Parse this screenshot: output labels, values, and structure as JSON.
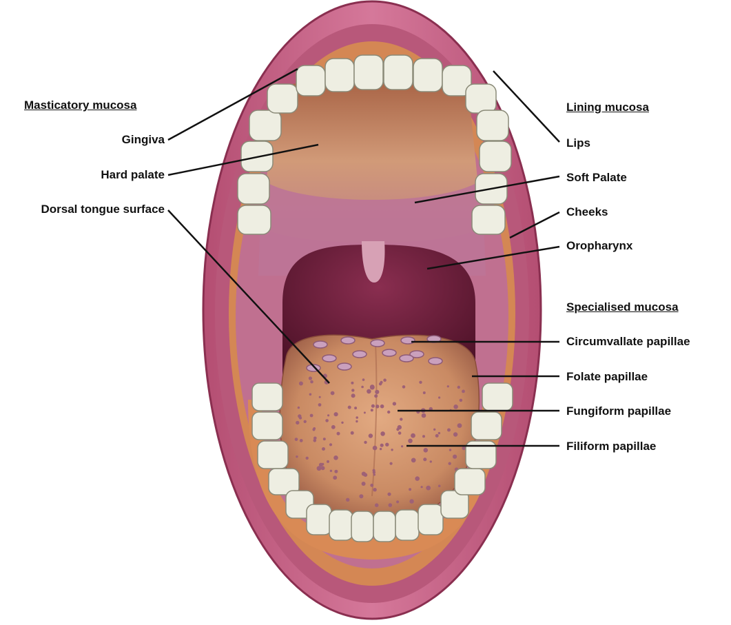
{
  "headings": {
    "masticatory": "Masticatory mucosa",
    "lining": "Lining mucosa",
    "specialised": "Specialised mucosa"
  },
  "labels": {
    "gingiva": "Gingiva",
    "hard_palate": "Hard palate",
    "dorsal_tongue": "Dorsal tongue surface",
    "lips": "Lips",
    "soft_palate": "Soft Palate",
    "cheeks": "Cheeks",
    "oropharynx": "Oropharynx",
    "circumvallate": "Circumvallate papillae",
    "folate": "Folate papillae",
    "fungiform": "Fungiform papillae",
    "filiform": "Filiform papillae"
  },
  "colors": {
    "lip": "#c8607f",
    "lip_dark": "#9e3f5d",
    "gum": "#d98a55",
    "palate": "#c98a6a",
    "soft_palate": "#b86a8a",
    "throat": "#6e1f3c",
    "tongue": "#cc906a",
    "tooth": "#eeeee2",
    "papilla": "#b98aa8"
  }
}
